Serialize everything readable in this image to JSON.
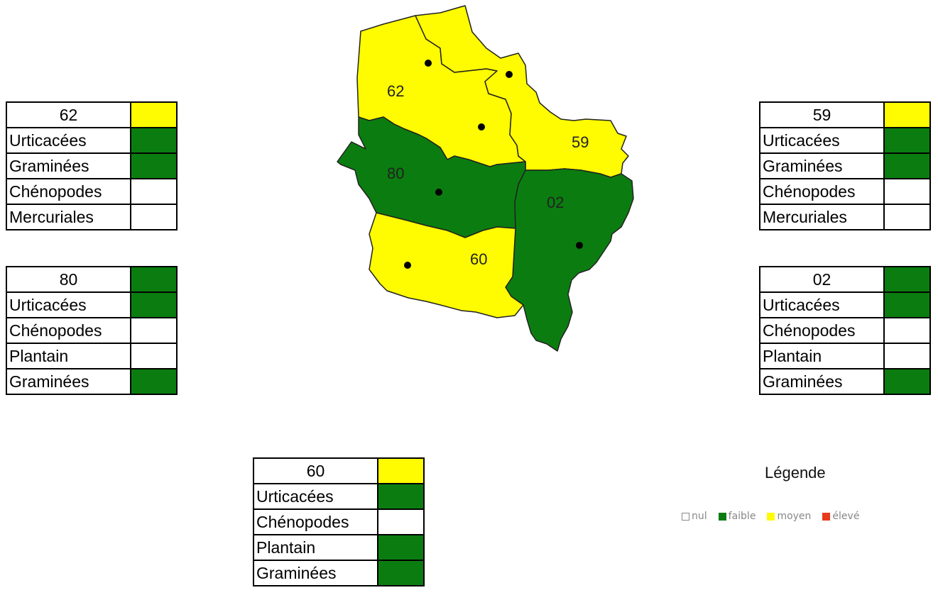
{
  "colors": {
    "nul": "#ffffff",
    "faible": "#0b7d10",
    "moyen": "#fffb00",
    "eleve": "#e83a1c"
  },
  "departments": [
    {
      "code": "62",
      "level": "moyen",
      "rows": [
        {
          "label": "Urticacées",
          "level": "faible"
        },
        {
          "label": "Graminées",
          "level": "faible"
        },
        {
          "label": "Chénopodes",
          "level": "nul"
        },
        {
          "label": "Mercuriales",
          "level": "nul"
        }
      ]
    },
    {
      "code": "80",
      "level": "faible",
      "rows": [
        {
          "label": "Urticacées",
          "level": "faible"
        },
        {
          "label": "Chénopodes",
          "level": "nul"
        },
        {
          "label": "Plantain",
          "level": "nul"
        },
        {
          "label": "Graminées",
          "level": "faible"
        }
      ]
    },
    {
      "code": "59",
      "level": "moyen",
      "rows": [
        {
          "label": "Urticacées",
          "level": "faible"
        },
        {
          "label": "Graminées",
          "level": "faible"
        },
        {
          "label": "Chénopodes",
          "level": "nul"
        },
        {
          "label": "Mercuriales",
          "level": "nul"
        }
      ]
    },
    {
      "code": "02",
      "level": "faible",
      "rows": [
        {
          "label": "Urticacées",
          "level": "faible"
        },
        {
          "label": "Chénopodes",
          "level": "nul"
        },
        {
          "label": "Plantain",
          "level": "nul"
        },
        {
          "label": "Graminées",
          "level": "faible"
        }
      ]
    },
    {
      "code": "60",
      "level": "moyen",
      "rows": [
        {
          "label": "Urticacées",
          "level": "faible"
        },
        {
          "label": "Chénopodes",
          "level": "nul"
        },
        {
          "label": "Plantain",
          "level": "faible"
        },
        {
          "label": "Graminées",
          "level": "faible"
        }
      ]
    }
  ],
  "legend": {
    "title": "Légende",
    "items": [
      {
        "key": "nul",
        "label": "nul"
      },
      {
        "key": "faible",
        "label": "faible"
      },
      {
        "key": "moyen",
        "label": "moyen"
      },
      {
        "key": "eleve",
        "label": "élevé"
      }
    ]
  }
}
